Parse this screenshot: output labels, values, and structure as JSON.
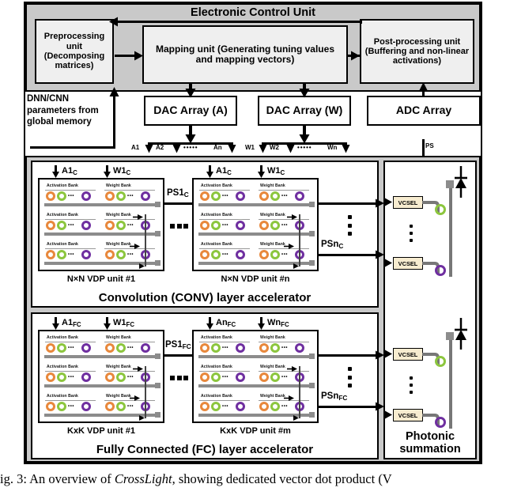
{
  "figure": {
    "caption_prefix": "ig. 3:",
    "caption_part1": "An overview of",
    "caption_emph": "CrossLight",
    "caption_part2": ", showing dedicated vector dot product (V"
  },
  "ecu": {
    "title": "Electronic Control Unit",
    "preprocessing": "Preprocessing unit (Decomposing matrices)",
    "mapping": "Mapping unit (Generating tuning values and mapping vectors)",
    "postprocessing": "Post-processing unit (Buffering and non-linear activations)"
  },
  "memory_note": "DNN/CNN parameters from global memory",
  "converters": {
    "dac_a": "DAC Array (A)",
    "dac_w": "DAC Array (W)",
    "adc": "ADC Array"
  },
  "signals": {
    "a1": "A1",
    "a2": "A2",
    "a_dots": "•••••",
    "an": "An",
    "w1": "W1",
    "w2": "W2",
    "w_dots": "•••••",
    "wn": "Wn",
    "ps": "PS"
  },
  "conv": {
    "title": "Convolution (CONV) layer accelerator",
    "unit1_label": "N×N VDP unit #1",
    "unitn_label": "N×N VDP unit #n",
    "unit1_in_a": "A1",
    "unit1_in_a_sub": "C",
    "unit1_in_w": "W1",
    "unit1_in_w_sub": "C",
    "unitn_in_a": "A1",
    "unitn_in_a_sub": "C",
    "unitn_in_w": "W1",
    "unitn_in_w_sub": "C",
    "ps_first": "PS1",
    "ps_first_sub": "C",
    "ps_last": "PSn",
    "ps_last_sub": "C"
  },
  "fc": {
    "title": "Fully Connected (FC) layer accelerator",
    "unit1_label": "KxK VDP unit #1",
    "unitm_label": "KxK VDP unit #m",
    "unit1_in_a": "A1",
    "unit1_in_a_sub": "FC",
    "unit1_in_w": "W1",
    "unit1_in_w_sub": "FC",
    "unitn_in_a": "An",
    "unitn_in_a_sub": "FC",
    "unitn_in_w": "Wn",
    "unitn_in_w_sub": "FC",
    "ps_first": "PS1",
    "ps_first_sub": "FC",
    "ps_last": "PSn",
    "ps_last_sub": "FC"
  },
  "photonic": {
    "title": "Photonic summation",
    "vcsel_label": "VCSEL"
  },
  "bank": {
    "activation": "Activation Bank",
    "weight": "Weight Bank",
    "ring_dots": "•••"
  },
  "colors": {
    "ring_orange": "#e8883c",
    "ring_green": "#8cc63e",
    "ring_purple": "#6f2fa0",
    "ecu_background": "#c9c9c9",
    "ecu_subbox": "#efefef",
    "vcsel_fill": "#f7ecd0",
    "waveguide": "#8c8c8c"
  }
}
